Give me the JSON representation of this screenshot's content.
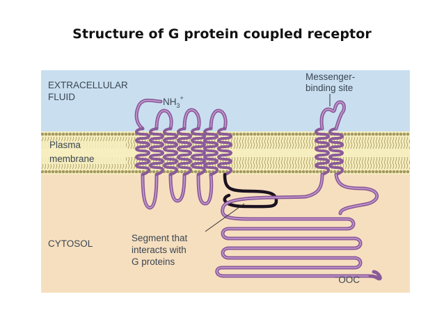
{
  "title": "Structure of G protein coupled receptor",
  "labels": {
    "extracellular_line1": "EXTRACELLULAR",
    "extracellular_line2": "FLUID",
    "nh3": "NH",
    "nh3_sub": "3",
    "nh3_sup": "+",
    "messenger_line1": "Messenger-",
    "messenger_line2": "binding site",
    "plasma": "Plasma",
    "membrane": "membrane",
    "cytosol": "CYTOSOL",
    "segment_line1": "Segment that",
    "segment_line2": "interacts with",
    "segment_line3": "G proteins",
    "ooc": "OOC",
    "ooc_prefix": "−"
  },
  "colors": {
    "extracellular": "#c9dff0",
    "cytosol": "#f6dfbf",
    "membrane": "#f7eebf",
    "lipid": "#a59a62",
    "protein": "#8a5a98",
    "protein_light": "#c79bd2",
    "segment": "#1b1220"
  }
}
